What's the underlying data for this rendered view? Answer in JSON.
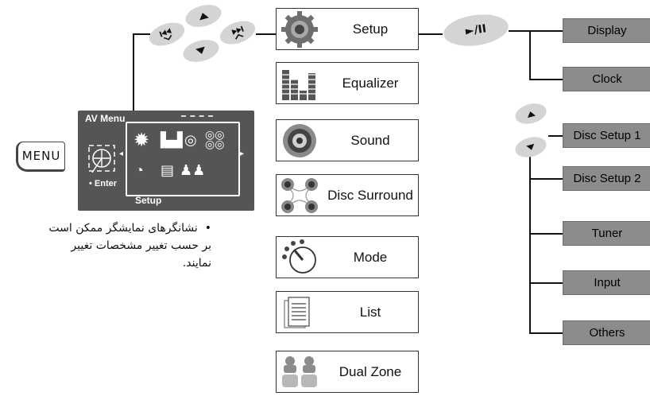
{
  "menu_key": {
    "label": "MENU"
  },
  "av_menu": {
    "title": "AV Menu",
    "enter_label": "Enter",
    "selected_label": "Setup"
  },
  "nav_buttons": {
    "prev": {
      "icon": "skip-back-icon"
    },
    "next": {
      "icon": "skip-forward-icon"
    },
    "up": {
      "icon": "triangle-up-icon"
    },
    "down": {
      "icon": "triangle-down-icon"
    },
    "play_pause_label": "►/II"
  },
  "menu_items": [
    {
      "label": "Setup",
      "icon": "gear-icon"
    },
    {
      "label": "Equalizer",
      "icon": "equalizer-bars-icon"
    },
    {
      "label": "Sound",
      "icon": "speaker-icon"
    },
    {
      "label": "Disc Surround",
      "icon": "surround-speakers-icon"
    },
    {
      "label": "Mode",
      "icon": "dial-icon"
    },
    {
      "label": "List",
      "icon": "list-document-icon"
    },
    {
      "label": "Dual Zone",
      "icon": "dual-zone-seats-icon"
    }
  ],
  "setup_items": [
    {
      "label": "Display"
    },
    {
      "label": "Clock"
    },
    {
      "label": "Disc Setup 1"
    },
    {
      "label": "Disc Setup 2"
    },
    {
      "label": "Tuner"
    },
    {
      "label": "Input"
    },
    {
      "label": "Others"
    }
  ],
  "note": {
    "bullet": "•",
    "lines": [
      "نشانگرهای نمایشگر ممکن است",
      "بر حسب تغییر مشخصات تغییر",
      "نمایند."
    ]
  },
  "colors": {
    "box_fill": "#8c8c8c",
    "screen_fill": "#555555",
    "button_fill": "#d4d4d4"
  }
}
